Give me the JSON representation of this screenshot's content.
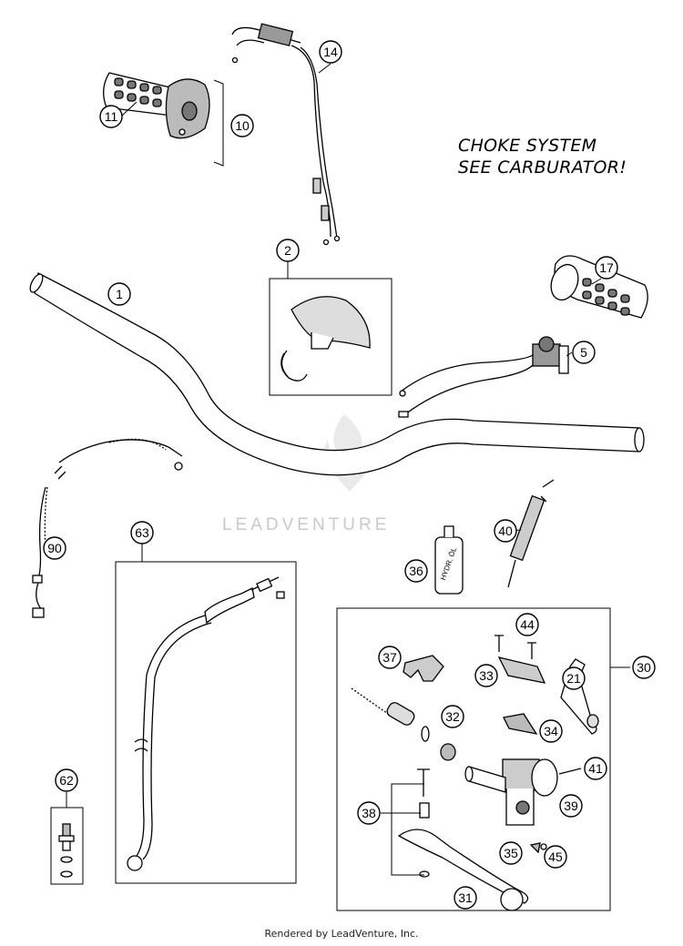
{
  "note": {
    "line1": "CHOKE SYSTEM",
    "line2": "SEE CARBURATOR!"
  },
  "watermark": "LEADVENTURE",
  "footer": "Rendered by LeadVenture, Inc.",
  "callouts": {
    "c1": "1",
    "c2": "2",
    "c5": "5",
    "c10": "10",
    "c11": "11",
    "c14": "14",
    "c17": "17",
    "c21": "21",
    "c30": "30",
    "c31": "31",
    "c32": "32",
    "c33": "33",
    "c34": "34",
    "c35": "35",
    "c36": "36",
    "c37": "37",
    "c38": "38",
    "c39": "39",
    "c40": "40",
    "c41": "41",
    "c44": "44",
    "c45": "45",
    "c62": "62",
    "c63": "63",
    "c90": "90"
  },
  "bottle_label": "HYDR. ÖL"
}
